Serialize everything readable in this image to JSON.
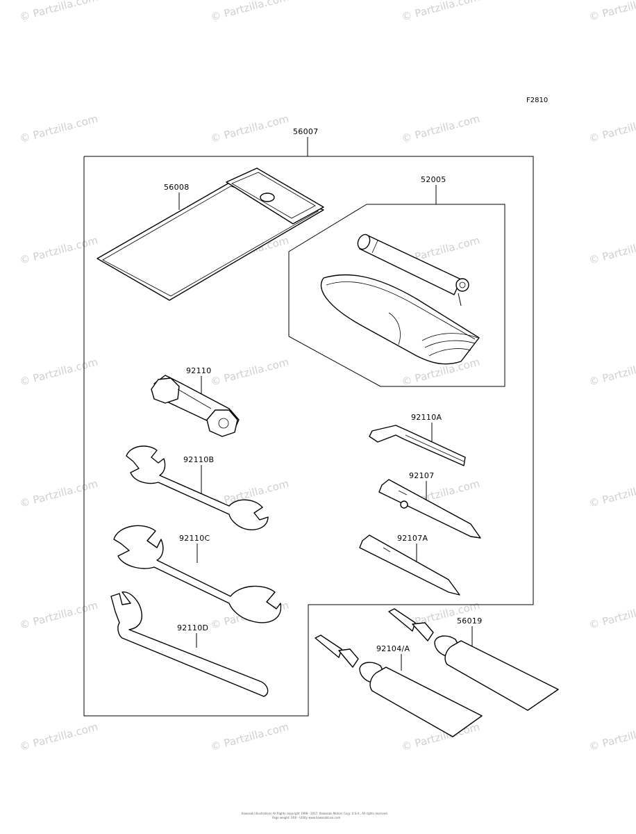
{
  "figure_code": "F2810",
  "watermark": "© Partzilla.com",
  "footer": {
    "line1": "Kawasaki illustrations All Rights copyright 1998 - 2017. Kawasaki Motors Corp. U.S.A., All rights reserved.",
    "line2": "Page weight: XXX - Utility www.kawasakiusa.com"
  },
  "parts": {
    "kit": "56007",
    "pouch": "56008",
    "pump": "52005",
    "plug_wrench": "92110",
    "hex_wrench": "92110A",
    "wrench_b": "92110B",
    "wrench_c": "92110C",
    "wrench_d": "92110D",
    "screwdriver": "92107",
    "screwdriver_a": "92107A",
    "tube_a": "92104/A",
    "tube_b": "56019"
  },
  "colors": {
    "line": "#000000",
    "watermark": "#cfcfcf"
  }
}
